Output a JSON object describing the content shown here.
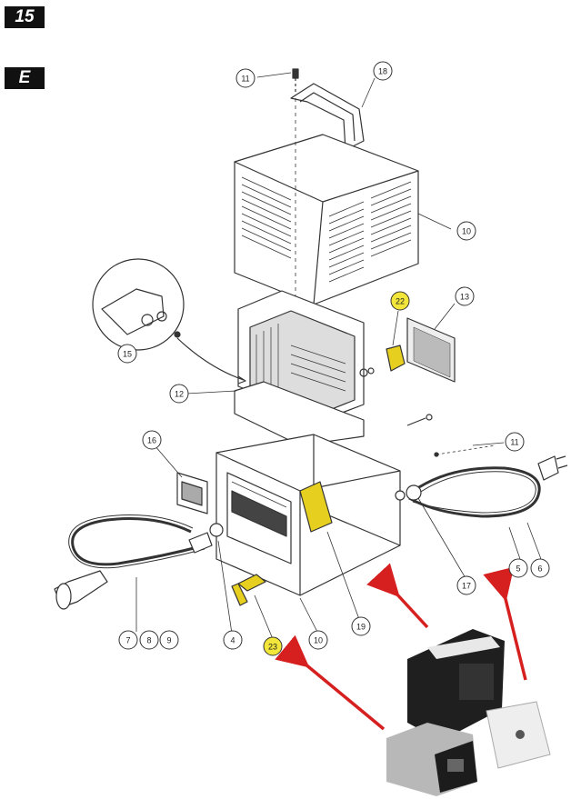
{
  "header": {
    "page_number": "15",
    "section_letter": "E"
  },
  "callouts": [
    {
      "id": "c11a",
      "label": "11",
      "highlight": false
    },
    {
      "id": "c18",
      "label": "18",
      "highlight": false
    },
    {
      "id": "c10a",
      "label": "10",
      "highlight": false
    },
    {
      "id": "c22",
      "label": "22",
      "highlight": true
    },
    {
      "id": "c13",
      "label": "13",
      "highlight": false
    },
    {
      "id": "c15",
      "label": "15",
      "highlight": false
    },
    {
      "id": "c12",
      "label": "12",
      "highlight": false
    },
    {
      "id": "c16",
      "label": "16",
      "highlight": false
    },
    {
      "id": "c11b",
      "label": "11",
      "highlight": false
    },
    {
      "id": "c5",
      "label": "5",
      "highlight": false
    },
    {
      "id": "c6",
      "label": "6",
      "highlight": false
    },
    {
      "id": "c17",
      "label": "17",
      "highlight": false
    },
    {
      "id": "c7",
      "label": "7",
      "highlight": false
    },
    {
      "id": "c8",
      "label": "8",
      "highlight": false
    },
    {
      "id": "c9",
      "label": "9",
      "highlight": false
    },
    {
      "id": "c4",
      "label": "4",
      "highlight": false
    },
    {
      "id": "c23",
      "label": "23",
      "highlight": true
    },
    {
      "id": "c10b",
      "label": "10",
      "highlight": false
    },
    {
      "id": "c19",
      "label": "19",
      "highlight": false
    }
  ],
  "colors": {
    "line": "#333333",
    "highlight": "#f2e63a",
    "arrow": "#d61f1f",
    "part_yellow": "#e6cf1f"
  }
}
